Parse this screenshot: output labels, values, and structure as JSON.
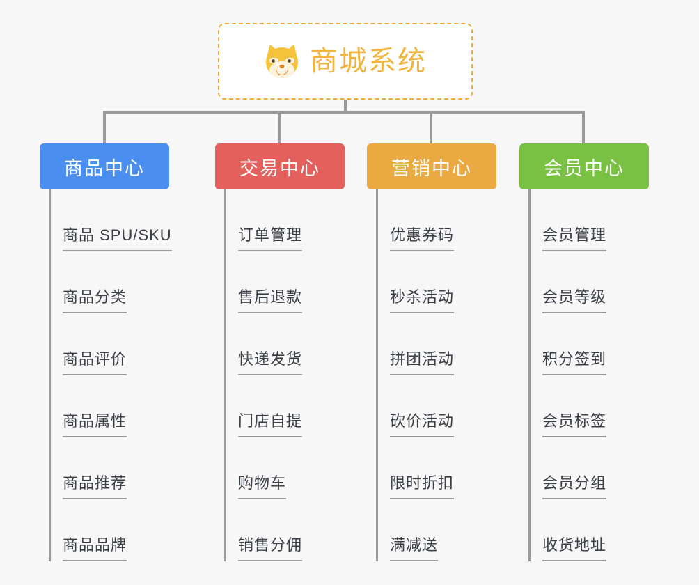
{
  "page": {
    "background_color": "#f7f7f7",
    "line_color": "#9a9a9a"
  },
  "root": {
    "title": "商城系统",
    "icon": "shiba-dog-emoji",
    "text_color": "#f2b43c",
    "border_color": "#f0ad3c",
    "background_color": "#ffffff"
  },
  "categories": [
    {
      "label": "商品中心",
      "color": "#4a8ef0",
      "items": [
        "商品 SPU/SKU",
        "商品分类",
        "商品评价",
        "商品属性",
        "商品推荐",
        "商品品牌"
      ]
    },
    {
      "label": "交易中心",
      "color": "#e3605c",
      "items": [
        "订单管理",
        "售后退款",
        "快递发货",
        "门店自提",
        "购物车",
        "销售分佣"
      ]
    },
    {
      "label": "营销中心",
      "color": "#eaa941",
      "items": [
        "优惠券码",
        "秒杀活动",
        "拼团活动",
        "砍价活动",
        "限时折扣",
        "满减送"
      ]
    },
    {
      "label": "会员中心",
      "color": "#78c143",
      "items": [
        "会员管理",
        "会员等级",
        "积分签到",
        "会员标签",
        "会员分组",
        "收货地址"
      ]
    }
  ]
}
